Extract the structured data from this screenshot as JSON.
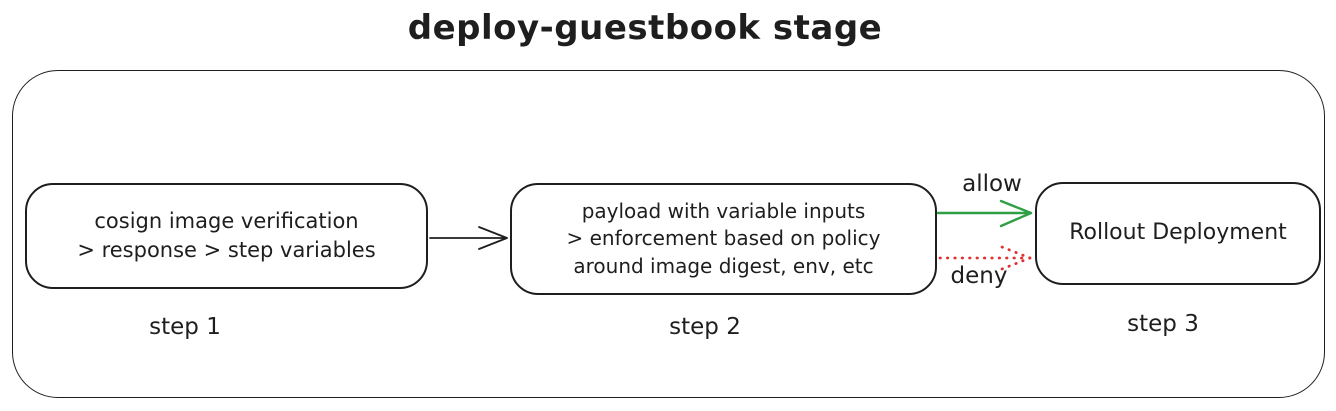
{
  "title": "deploy-guestbook stage",
  "colors": {
    "stroke": "#1e1e1e",
    "allow_green": "#2f9e44",
    "deny_red": "#e03131",
    "background": "#ffffff"
  },
  "steps": [
    {
      "label": "step 1",
      "lines": [
        "cosign image verification",
        "> response > step variables"
      ]
    },
    {
      "label": "step 2",
      "lines": [
        "payload with variable inputs",
        "> enforcement based on policy",
        "around image digest, env, etc"
      ]
    },
    {
      "label": "step 3",
      "lines": [
        "Rollout Deployment"
      ]
    }
  ],
  "arrows": [
    {
      "name": "step1-to-step2",
      "label": "",
      "style": "solid"
    },
    {
      "name": "allow",
      "label": "allow",
      "style": "solid"
    },
    {
      "name": "deny",
      "label": "deny",
      "style": "dotted"
    }
  ]
}
